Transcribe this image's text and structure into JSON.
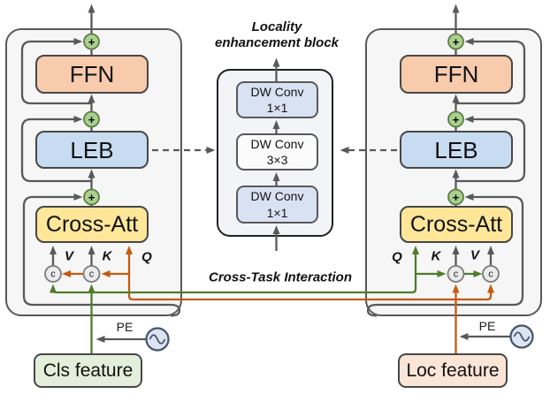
{
  "figure": {
    "center": {
      "title_line1": "Locality",
      "title_line2": "enhancement block",
      "conv_boxes": [
        {
          "line1": "DW Conv",
          "line2": "1×1"
        },
        {
          "line1": "DW Conv",
          "line2": "3×3"
        },
        {
          "line1": "DW Conv",
          "line2": "1×1"
        }
      ],
      "interaction_label": "Cross-Task Interaction"
    },
    "left_branch": {
      "ffn": "FFN",
      "leb": "LEB",
      "cross_att": "Cross-Att",
      "v": "V",
      "k": "K",
      "q": "Q",
      "pe": "PE",
      "feature": "Cls feature"
    },
    "right_branch": {
      "ffn": "FFN",
      "leb": "LEB",
      "cross_att": "Cross-Att",
      "v": "V",
      "k": "K",
      "q": "Q",
      "pe": "PE",
      "feature": "Loc feature"
    },
    "glyphs": {
      "plus": "+",
      "concat": "c"
    },
    "colors": {
      "gray_line": "#595959",
      "green_arrow": "#4E7D2B",
      "orange_arrow": "#C55A11",
      "ffn_fill": "#F8CBAD",
      "leb_fill": "#C7DCF0",
      "cross_att_fill": "#FFE699",
      "dw_conv_fill": "#D9E2F3",
      "add_circle_fill": "#A9D18E",
      "concat_circle_fill": "#EBEBEB",
      "cls_feature_fill": "#E3EFDA",
      "loc_feature_fill": "#FBE5D6",
      "pe_circle_fill": "#DCE3F1"
    }
  }
}
